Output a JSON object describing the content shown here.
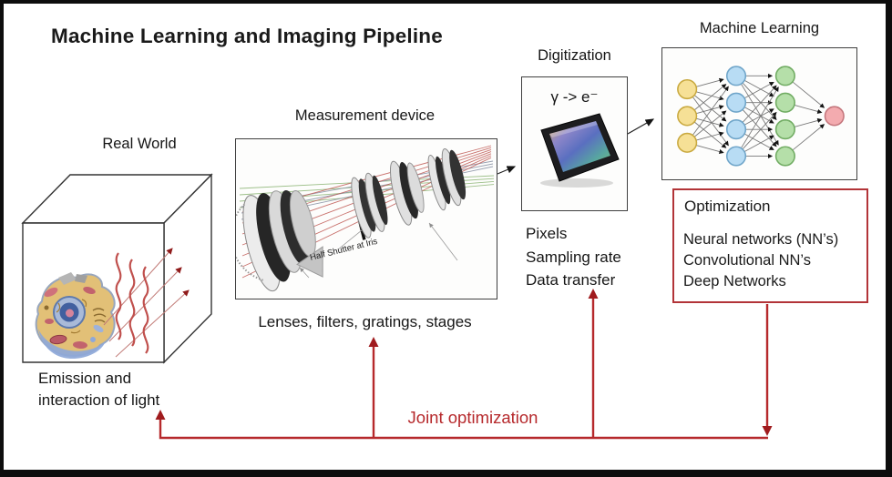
{
  "title": "Machine Learning and Imaging Pipeline",
  "stages": {
    "real_world": {
      "label": "Real World",
      "caption": [
        "Emission and",
        "interaction of light"
      ]
    },
    "measurement": {
      "label": "Measurement device",
      "caption": "Lenses, filters, gratings, stages",
      "annotation": "Half Shutter at Iris"
    },
    "digitization": {
      "label": "Digitization",
      "formula": "γ -> e⁻",
      "captions": [
        "Pixels",
        "Sampling rate",
        "Data transfer"
      ]
    },
    "machine_learning": {
      "label": "Machine Learning"
    }
  },
  "optimization_box": {
    "title": "Optimization",
    "items": [
      "Neural networks (NN’s)",
      "Convolutional NN’s",
      "Deep Networks"
    ]
  },
  "feedback": {
    "label": "Joint optimization",
    "color": "#b6292c"
  },
  "colors": {
    "feedback_red": "#b6292c",
    "feedback_arrowhead": "#a01b1e",
    "optimization_border": "#b23438",
    "light_wave_red": "#c0504d",
    "box_border": "#3f3f3f",
    "nn_connection_gray": "#777777"
  },
  "neural_network": {
    "layers": [
      {
        "name": "input",
        "count": 3,
        "fill": "#f6e096",
        "stroke": "#c9a93f"
      },
      {
        "name": "hidden-1",
        "count": 4,
        "fill": "#b8dcf4",
        "stroke": "#6fa5c9"
      },
      {
        "name": "hidden-2",
        "count": 4,
        "fill": "#b5dfa9",
        "stroke": "#71ac63"
      },
      {
        "name": "output",
        "count": 1,
        "fill": "#f3abaf",
        "stroke": "#c4767c"
      }
    ]
  }
}
